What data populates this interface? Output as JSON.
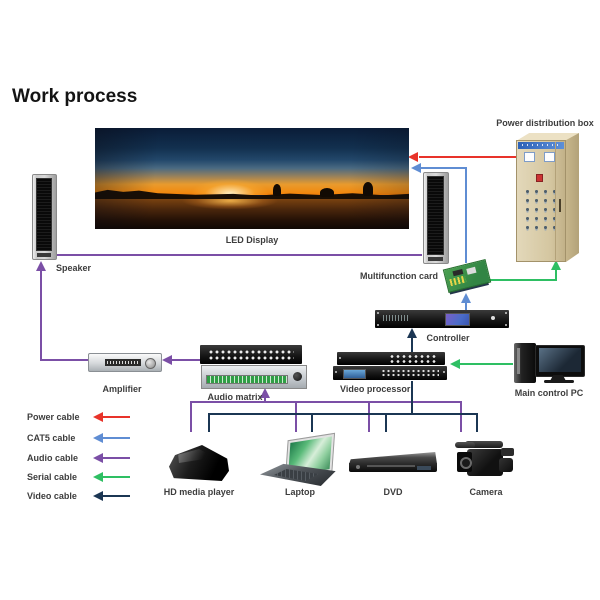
{
  "title": "Work process",
  "labels": {
    "led_display": "LED Display",
    "speaker": "Speaker",
    "power_box": "Power distribution box",
    "multifunction_card": "Multifunction card",
    "controller": "Controller",
    "video_processor": "Video processor",
    "main_control_pc": "Main control PC",
    "amplifier": "Amplifier",
    "audio_matrix": "Audio  matrix",
    "hd_media_player": "HD media player",
    "laptop": "Laptop",
    "dvd": "DVD",
    "camera": "Camera"
  },
  "legend": {
    "items": [
      {
        "label": "Power cable",
        "color": "#e8332a"
      },
      {
        "label": "CAT5 cable",
        "color": "#5f8dd3"
      },
      {
        "label": "Audio cable",
        "color": "#7b4fa6"
      },
      {
        "label": "Serial cable",
        "color": "#2ebf63"
      },
      {
        "label": "Video cable",
        "color": "#1b3653"
      }
    ]
  },
  "cables": {
    "power": "#e8332a",
    "cat5": "#5f8dd3",
    "audio": "#7b4fa6",
    "serial": "#2ebf63",
    "video": "#1b3653"
  },
  "connections": [
    {
      "from": "power-distribution-box",
      "to": "led-display",
      "cable": "power"
    },
    {
      "from": "multifunction-card",
      "to": "led-display",
      "cable": "cat5"
    },
    {
      "from": "controller",
      "to": "multifunction-card",
      "cable": "cat5"
    },
    {
      "from": "multifunction-card",
      "to": "power-distribution-box",
      "cable": "serial"
    },
    {
      "from": "main-control-pc",
      "to": "video-processor",
      "cable": "serial"
    },
    {
      "from": "video-processor",
      "to": "controller",
      "cable": "video"
    },
    {
      "from": "hd-media-player|laptop|dvd|camera",
      "to": "video-processor",
      "cable": "video"
    },
    {
      "from": "hd-media-player|laptop|dvd|camera",
      "to": "audio-matrix",
      "cable": "audio"
    },
    {
      "from": "audio-matrix",
      "to": "amplifier",
      "cable": "audio"
    },
    {
      "from": "amplifier",
      "to": "speakers",
      "cable": "audio"
    }
  ]
}
